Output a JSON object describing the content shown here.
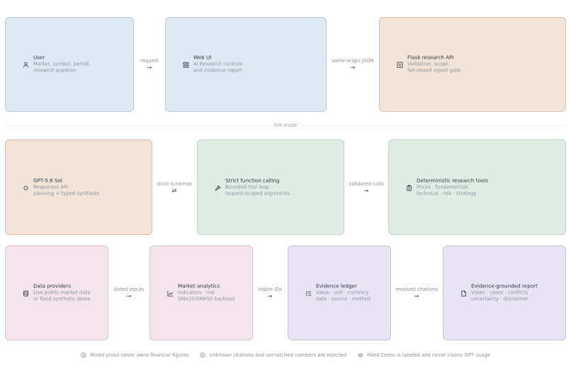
{
  "nodes": {
    "user": {
      "title": "User",
      "lines": [
        "Market, symbol, period,",
        "research question"
      ],
      "icon": "person-icon"
    },
    "webui": {
      "title": "Web UI",
      "lines": [
        "AI Research controls",
        "and evidence report"
      ],
      "icon": "grid-icon"
    },
    "flask": {
      "title": "Flask research API",
      "lines": [
        "Validation, scope,",
        "fail-closed report gate"
      ],
      "icon": "server-icon"
    },
    "gpt": {
      "title": "GPT-5.6 Sol",
      "lines": [
        "Responses API",
        "planning + typed synthesis"
      ],
      "icon": "sparkle-icon"
    },
    "strict": {
      "title": "Strict function calling",
      "lines": [
        "Bounded tool loop",
        "request-scoped arguments"
      ],
      "icon": "wrench-icon"
    },
    "tools": {
      "title": "Deterministic research tools",
      "lines": [
        "Prices · fundamentals",
        "technical · risk · strategy"
      ],
      "icon": "clipboard-icon"
    },
    "providers": {
      "title": "Data providers",
      "lines": [
        "Live public market data",
        "or fixed synthetic demo"
      ],
      "icon": "database-icon"
    },
    "analytics": {
      "title": "Market analytics",
      "lines": [
        "Indicators · risk",
        "SMA20/SMA50 backtest"
      ],
      "icon": "chart-icon"
    },
    "ledger": {
      "title": "Evidence ledger",
      "lines": [
        "Value · unit · currency",
        "date · source · method"
      ],
      "icon": "checklist-icon"
    },
    "report": {
      "title": "Evidence-grounded report",
      "lines": [
        "Views · cases · conflicts",
        "uncertainty · disclaimer"
      ],
      "icon": "document-icon"
    }
  },
  "connectors": {
    "request": {
      "label": "request",
      "arrow": "→"
    },
    "same_origin": {
      "label": "same-origin JSON",
      "arrow": "→"
    },
    "strict_schemas": {
      "label": "strict schemas",
      "arrow": "⇄"
    },
    "validated_calls": {
      "label": "validated calls",
      "arrow": "→"
    },
    "dated_inputs": {
      "label": "dated inputs",
      "arrow": "→"
    },
    "stable_ids": {
      "label": "stable IDs",
      "arrow": "→"
    },
    "resolved_citations": {
      "label": "resolved citations",
      "arrow": "→"
    }
  },
  "divider_label": "live mode",
  "footer": [
    {
      "text": "Model prose never owns financial figures",
      "icon": "circle-check-icon"
    },
    {
      "text": "Unknown citations and unmatched numbers are rejected",
      "icon": "circle-check-icon"
    },
    {
      "text": "Fixed Demo is labeled and never claims GPT usage",
      "icon": "eye-icon"
    }
  ],
  "colors": {
    "blue": "#dfe9f4",
    "orange": "#f2e4d9",
    "green": "#e1ede4",
    "pink": "#f3e5eb",
    "lavender": "#e8e4f3"
  }
}
